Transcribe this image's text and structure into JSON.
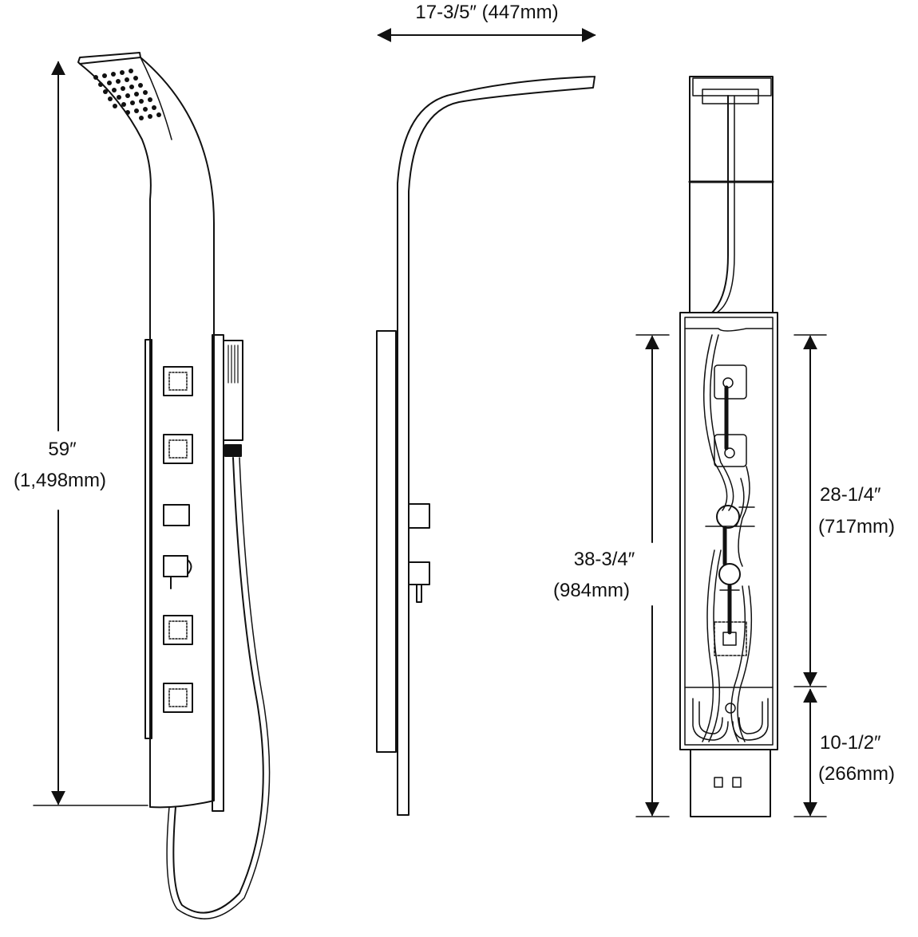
{
  "dimensions": {
    "overall_height": {
      "imperial": "59″",
      "metric": "(1,498mm)"
    },
    "depth": {
      "label": "17-3/5″ (447mm)"
    },
    "install_height": {
      "imperial": "38-3/4″",
      "metric": "(984mm)"
    },
    "upper_valve": {
      "imperial": "28-1/4″",
      "metric": "(717mm)"
    },
    "lower_section": {
      "imperial": "10-1/2″",
      "metric": "(266mm)"
    }
  },
  "colors": {
    "line": "#111111",
    "background": "#ffffff"
  },
  "views": [
    "front-view",
    "side-view",
    "rear-view"
  ],
  "icons": [
    "body-spray-jet-icon",
    "shower-head-icon",
    "hand-shower-icon",
    "valve-knob-icon"
  ]
}
